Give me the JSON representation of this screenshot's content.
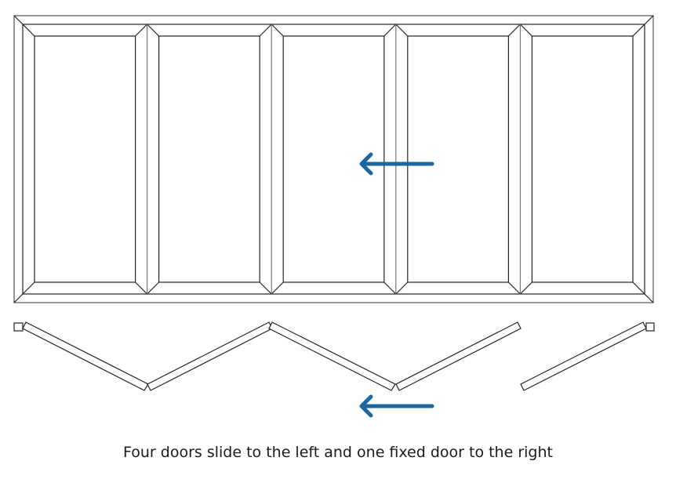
{
  "diagram": {
    "panel_count": 5,
    "sliding_doors": 4,
    "fixed_doors": 1,
    "slide_direction": "left",
    "arrow_color": "#1a67a3",
    "line_color": "#1a1a1a",
    "caption": "Four doors slide to the left and one fixed door to the right"
  }
}
